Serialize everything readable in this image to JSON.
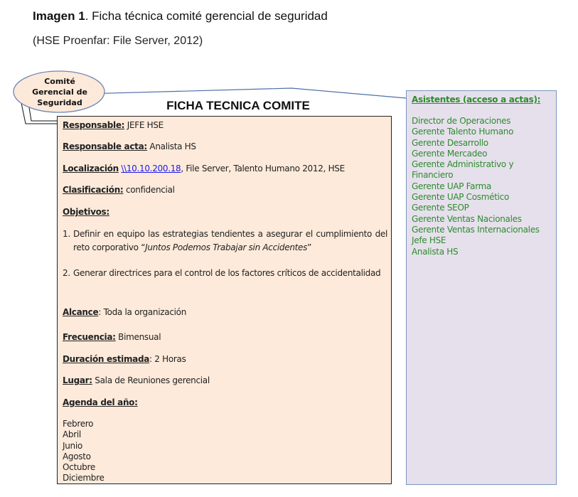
{
  "caption": {
    "title_bold": "Imagen 1",
    "title_rest": ". Ficha técnica comité gerencial de seguridad",
    "source": "(HSE Proenfar: File Server, 2012)"
  },
  "bubble": {
    "lines": [
      "Comité",
      "Gerencial de",
      "Seguridad"
    ]
  },
  "ficha": {
    "title": "FICHA TECNICA COMITE",
    "responsable_label": "Responsable:",
    "responsable_value": " JEFE HSE",
    "responsable_acta_label": "Responsable acta:",
    "responsable_acta_value": " Analista HS",
    "localizacion_label": "Localización",
    "localizacion_link": "\\\\10.10.200.18",
    "localizacion_rest": ", File Server, Talento Humano 2012, HSE",
    "clasificacion_label": "Clasificación:",
    "clasificacion_value": " confidencial",
    "objetivos_label": "Objetivos:",
    "objetivo1_num": "1.",
    "objetivo1_text": "Definir en equipo las estrategias tendientes a asegurar el cumplimiento del reto corporativo “",
    "objetivo1_italic": "Juntos Podemos Trabajar sin Accidentes",
    "objetivo1_close": "”",
    "objetivo2_num": "2.",
    "objetivo2_text": "Generar directrices para el control de los factores críticos de accidentalidad",
    "alcance_label": "Alcance",
    "alcance_value": ": Toda la organización",
    "frecuencia_label": "Frecuencia:",
    "frecuencia_value": "  Bimensual",
    "duracion_label": "Duración estimada",
    "duracion_value": ": 2 Horas",
    "lugar_label": "Lugar:",
    "lugar_value": " Sala de Reuniones gerencial",
    "agenda_label": "Agenda del año:",
    "months": [
      "Febrero",
      "Abril",
      "Junio",
      "Agosto",
      "Octubre",
      "Diciembre"
    ]
  },
  "asistentes": {
    "title": "Asistentes (acceso a actas):",
    "items": [
      "Director de Operaciones",
      "Gerente Talento Humano",
      "Gerente Desarrollo",
      "Gerente Mercadeo",
      "Gerente Administrativo y Financiero",
      "Gerente UAP Farma",
      "Gerente UAP Cosmético",
      "Gerente SEOP",
      "Gerente Ventas Nacionales",
      "Gerente Ventas Internacionales",
      "Jefe HSE",
      "Analista HS"
    ]
  },
  "colors": {
    "card_bg": "#fdeada",
    "panel_bg": "#e6e0ec",
    "bubble_bg": "#fde9d9",
    "asistentes_text": "#2e8b2e",
    "link": "#1a1aee"
  }
}
